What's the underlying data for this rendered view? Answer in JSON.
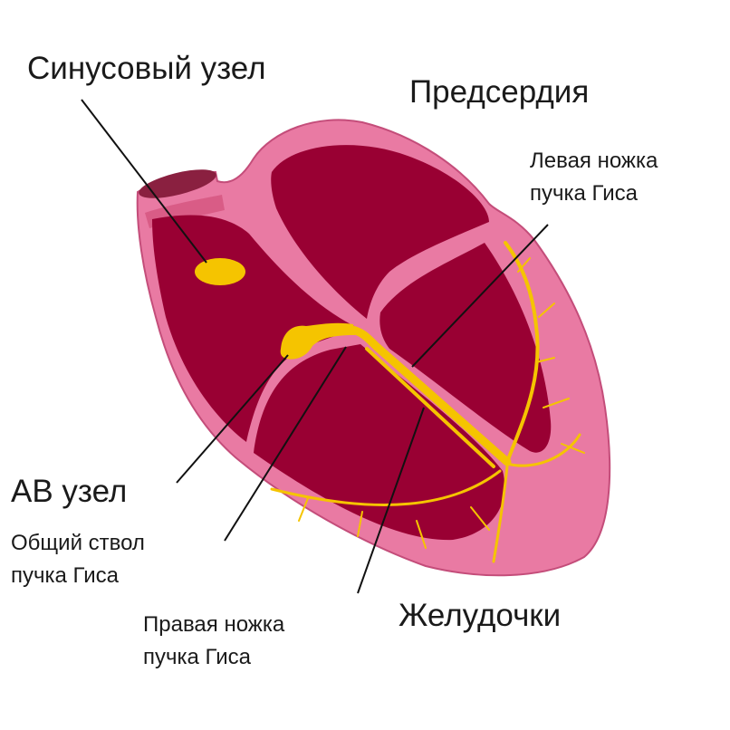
{
  "labels": {
    "sinus_node": "Синусовый узел",
    "atria": "Предсердия",
    "left_bundle_line1": "Левая ножка",
    "left_bundle_line2": "пучка Гиса",
    "av_node": "АВ узел",
    "his_trunk_line1": "Общий ствол",
    "his_trunk_line2": "пучка Гиса",
    "right_bundle_line1": "Правая ножка",
    "right_bundle_line2": "пучка Гиса",
    "ventricles": "Желудочки"
  },
  "colors": {
    "wall": "#e97aa3",
    "chamber": "#990033",
    "conduction": "#f5c400",
    "leader": "#111111"
  }
}
